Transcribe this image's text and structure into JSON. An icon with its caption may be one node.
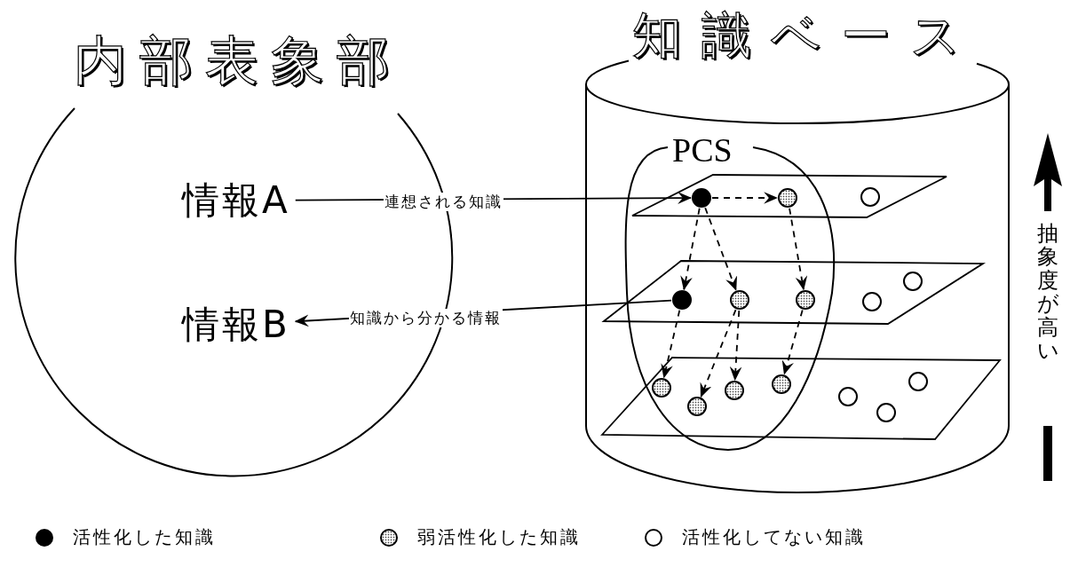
{
  "diagram": {
    "nodes": [
      {
        "text": [
          "内部表象部"
        ]
      },
      {
        "text": [
          "情報A"
        ],
        "in": 0
      },
      {
        "text": [
          "情報B"
        ],
        "in": 0
      },
      {
        "text": [
          "知識ベース"
        ]
      },
      {
        "text": [
          "PCS"
        ],
        "in": 3
      },
      {
        "text": [],
        "shape": "dot",
        "in": 4
      },
      {
        "text": [],
        "shape": "shaded",
        "in": 4
      },
      {
        "text": [],
        "shape": "circle",
        "in": 3
      },
      {
        "text": [],
        "shape": "dot",
        "in": 4
      },
      {
        "text": [],
        "shape": "shaded",
        "in": 4
      },
      {
        "text": [],
        "shape": "shaded",
        "in": 4
      },
      {
        "text": [],
        "shape": "circle",
        "in": 3
      },
      {
        "text": [],
        "shape": "circle",
        "in": 3
      },
      {
        "text": [],
        "shape": "shaded",
        "in": 4
      },
      {
        "text": [],
        "shape": "shaded",
        "in": 4
      },
      {
        "text": [],
        "shape": "shaded",
        "in": 4
      },
      {
        "text": [],
        "shape": "shaded",
        "in": 4
      },
      {
        "text": [],
        "shape": "circle",
        "in": 3
      },
      {
        "text": [],
        "shape": "circle",
        "in": 3
      },
      {
        "text": [],
        "shape": "circle",
        "in": 3
      }
    ],
    "edges": [
      {
        "from": 1,
        "to": 5,
        "arrow": "to",
        "label": "連想される知識"
      },
      {
        "from": 8,
        "to": 2,
        "arrow": "to",
        "label": "知識から分かる情報"
      },
      {
        "from": 5,
        "to": 6,
        "arrow": "to",
        "style": "dashed"
      },
      {
        "from": 5,
        "to": 8,
        "arrow": "to",
        "style": "dashed"
      },
      {
        "from": 5,
        "to": 9,
        "arrow": "to",
        "style": "dashed"
      },
      {
        "from": 6,
        "to": 10,
        "arrow": "to",
        "style": "dashed"
      },
      {
        "from": 8,
        "to": 13,
        "arrow": "to",
        "style": "dashed"
      },
      {
        "from": 9,
        "to": 14,
        "arrow": "to",
        "style": "dashed"
      },
      {
        "from": 9,
        "to": 15,
        "arrow": "to",
        "style": "dashed"
      },
      {
        "from": 10,
        "to": 16,
        "arrow": "to",
        "style": "dashed"
      }
    ],
    "labels": [
      "抽象度が高い"
    ],
    "legend": [
      {
        "text": "活性化した知識"
      },
      {
        "text": "弱活性化した知識"
      },
      {
        "text": "活性化してない知識"
      }
    ]
  }
}
